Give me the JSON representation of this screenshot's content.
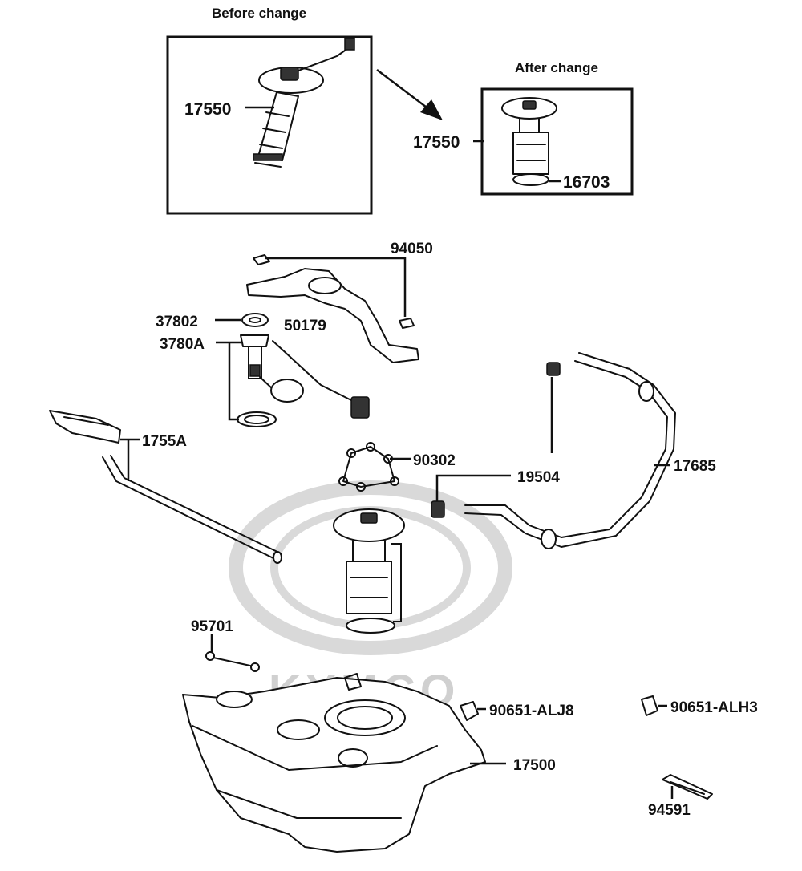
{
  "watermark": {
    "text": "KYMCO"
  },
  "captions": {
    "before": "Before change",
    "after": "After change"
  },
  "labels": {
    "p17550_before": "17550",
    "p17550_after": "17550",
    "p16703": "16703",
    "p94050": "94050",
    "p37802": "37802",
    "p50179": "50179",
    "p3780A": "3780A",
    "p1755A": "1755A",
    "p90302": "90302",
    "p19504": "19504",
    "p17685": "17685",
    "p95701": "95701",
    "p90651_ALJ8": "90651-ALJ8",
    "p90651_ALH3": "90651-ALH3",
    "p17500": "17500",
    "p94591": "94591"
  }
}
